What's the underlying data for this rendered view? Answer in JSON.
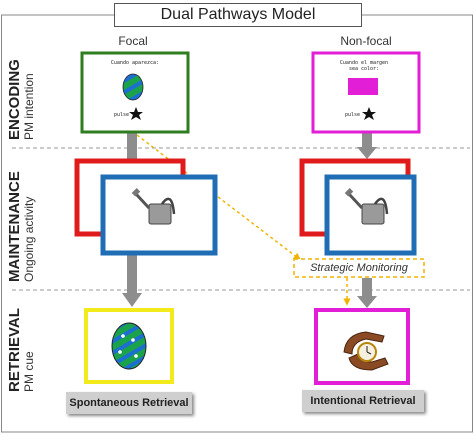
{
  "title": "Dual Pathways Model",
  "columns": {
    "focal": "Focal",
    "nonfocal": "Non-focal"
  },
  "stages": [
    {
      "name": "ENCODING",
      "sub": "PM intention"
    },
    {
      "name": "MAINTENANCE",
      "sub": "Ongoing activity"
    },
    {
      "name": "RETRIEVAL",
      "sub": "PM cue"
    }
  ],
  "encoding_focal": {
    "text": "Cuando aparezca:",
    "key": "pulse"
  },
  "encoding_nonfocal": {
    "text": "Cuando el margen sea color:",
    "key": "pulse"
  },
  "strategic_monitoring": "Strategic Monitoring",
  "retrieval": {
    "focal": "Spontaneous Retrieval",
    "nonfocal": "Intentional Retrieval"
  },
  "colors": {
    "focal_encoding": "#2e7d1e",
    "nonfocal_encoding": "#e21fd6",
    "ongoing_back": "#e01b1b",
    "ongoing_front": "#1f6db5",
    "retrieval_focal": "#f2ea1a",
    "retrieval_nonfocal": "#e21fd6",
    "arrow": "#888888",
    "dashed": "#f0b400"
  },
  "icons": [
    "egg-icon",
    "star-icon",
    "magenta-square-icon",
    "watering-can-icon",
    "wristwatch-icon"
  ]
}
